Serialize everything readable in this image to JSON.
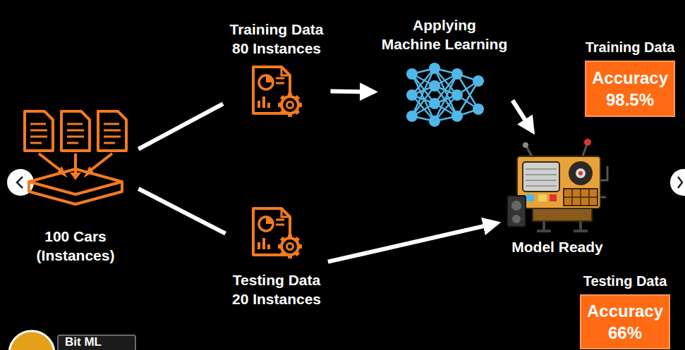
{
  "diagram": {
    "nodes": [
      {
        "text": [
          "100 Cars",
          "(Instances)"
        ]
      },
      {
        "text": [
          "Training Data",
          "80 Instances"
        ]
      },
      {
        "text": [
          "Applying",
          "Machine Learning"
        ]
      },
      {
        "text": [
          "Testing Data",
          "20 Instances"
        ]
      },
      {
        "text": [
          "Model Ready"
        ]
      },
      {
        "text": [
          "Training Data",
          "Accuracy",
          "98.5%"
        ]
      },
      {
        "text": [
          "Testing Data",
          "Accuracy",
          "66%"
        ]
      }
    ],
    "edges": [
      {
        "from": 0,
        "to": 1,
        "arrow": "none"
      },
      {
        "from": 0,
        "to": 3,
        "arrow": "none"
      },
      {
        "from": 1,
        "to": 2,
        "arrow": "to"
      },
      {
        "from": 2,
        "to": 4,
        "arrow": "to"
      },
      {
        "from": 3,
        "to": 4,
        "arrow": "to"
      }
    ],
    "labels": [
      "Bit ML"
    ]
  }
}
